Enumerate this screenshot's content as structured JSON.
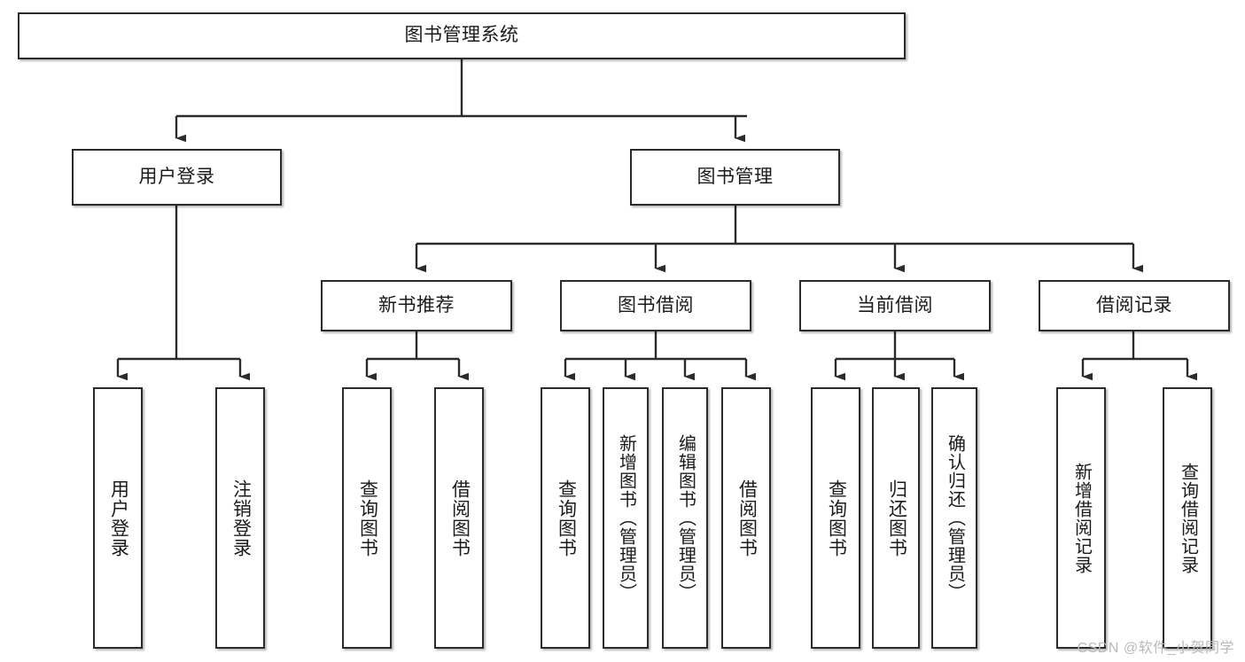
{
  "diagram": {
    "title_node": {
      "label": "图书管理系统"
    },
    "level2": [
      {
        "label": "用户登录"
      },
      {
        "label": "图书管理"
      }
    ],
    "level3": [
      {
        "label": "新书推荐"
      },
      {
        "label": "图书借阅"
      },
      {
        "label": "当前借阅"
      },
      {
        "label": "借阅记录"
      }
    ],
    "leaves": {
      "user_login": [
        {
          "label": "用户登录"
        },
        {
          "label": "注销登录"
        }
      ],
      "new_book_recommend": [
        {
          "label": "查询图书"
        },
        {
          "label": "借阅图书"
        }
      ],
      "book_borrow": [
        {
          "label": "查询图书"
        },
        {
          "label": "新增图书（管理员）"
        },
        {
          "label": "编辑图书（管理员）"
        },
        {
          "label": "借阅图书"
        }
      ],
      "current_borrow": [
        {
          "label": "查询图书"
        },
        {
          "label": "归还图书"
        },
        {
          "label": "确认归还（管理员）"
        }
      ],
      "borrow_record": [
        {
          "label": "新增借阅记录"
        },
        {
          "label": "查询借阅记录"
        }
      ]
    }
  },
  "watermark": {
    "text": "CSDN @软件_小贺同学"
  },
  "colors": {
    "border": "#2b2b2b",
    "text": "#1b1b1b",
    "background": "#ffffff",
    "watermark": "#b9b9b9"
  }
}
